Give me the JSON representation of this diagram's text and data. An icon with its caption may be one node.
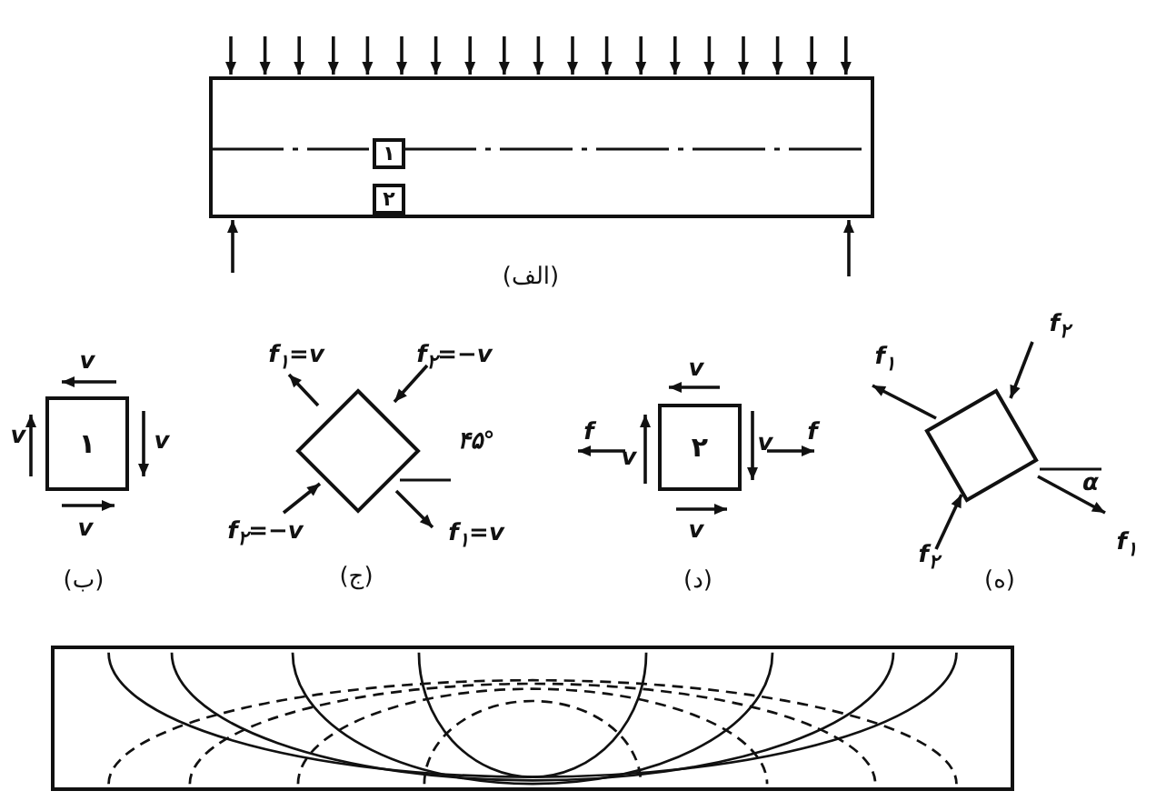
{
  "diagram": {
    "nodes": [
      {
        "text": [],
        "shape": "box",
        "beside": [
          "(الف)"
        ]
      },
      {
        "text": [
          "۱"
        ],
        "in": 0
      },
      {
        "text": [
          "۲"
        ],
        "in": 0
      },
      {
        "text": [
          "۱"
        ],
        "beside": [
          "(ب)"
        ]
      },
      {
        "text": [],
        "shape": "diamond",
        "beside": [
          "(ج)"
        ]
      },
      {
        "text": [
          "۲"
        ],
        "beside": [
          "(د)"
        ]
      },
      {
        "text": [],
        "shape": "box",
        "beside": [
          "(ه)"
        ]
      },
      {
        "text": [],
        "shape": "box"
      }
    ],
    "labels": [
      "v",
      "v",
      "v",
      "v",
      "f$_{۱}$=v",
      "f$_{۲}$=−v",
      "۴۵°",
      "f$_{۲}$=−v",
      "f$_{۱}$=v",
      "v",
      "f",
      "v",
      "v",
      "f",
      "v",
      "f$_{۲}$",
      "f$_{۱}$",
      "α",
      "f$_{۲}$",
      "f$_{۱}$"
    ]
  }
}
